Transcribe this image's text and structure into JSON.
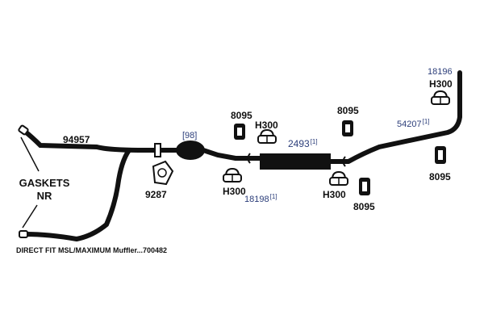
{
  "parts": {
    "p94957": "94957",
    "p98": "[98]",
    "p9287": "9287",
    "p8095_a": "8095",
    "h300_a": "H300",
    "h300_b": "H300",
    "p18198": "18198",
    "p18198_note": "[1]",
    "p2493": "2493",
    "p2493_note": "[1]",
    "p8095_b": "8095",
    "h300_c": "H300",
    "p8095_c": "8095",
    "p54207": "54207",
    "p54207_note": "[1]",
    "p18196": "18196",
    "h300_d": "H300",
    "p8095_d": "8095"
  },
  "gaskets": {
    "line1": "GASKETS",
    "line2": "NR"
  },
  "caption": "DIRECT FIT MSL/MAXIMUM Muffler...700482",
  "colors": {
    "pipe": "#111111",
    "label_blue": "#2c3e7a",
    "background": "#ffffff"
  }
}
